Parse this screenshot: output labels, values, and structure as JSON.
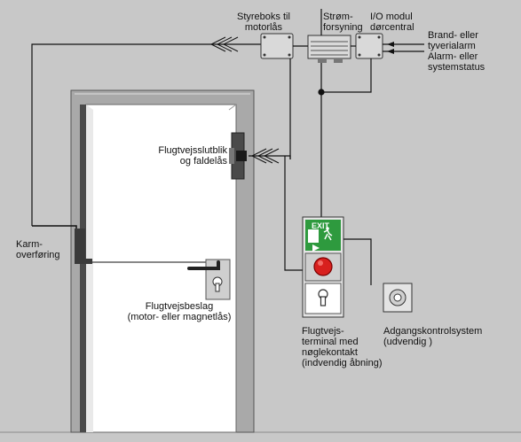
{
  "labels": {
    "control_box": [
      "Styreboks til",
      "motorlås"
    ],
    "power_supply": [
      "Strøm-",
      "forsyning"
    ],
    "io_module": [
      "I/O modul",
      "dørcentral"
    ],
    "alarm_inputs": [
      "Brand- eller",
      "tyverialarm",
      "Alarm- eller",
      "systemstatus"
    ],
    "strike": [
      "Flugtvejsslutblik",
      "og faldelås"
    ],
    "frame_transfer": [
      "Karm-",
      "overføring"
    ],
    "escape_fitting": [
      "Flugtvejsbeslag",
      "(motor- eller magnetlås)"
    ],
    "escape_terminal": [
      "Flugtvejs-",
      "terminal med",
      "nøglekontakt",
      "(indvendig åbning)"
    ],
    "access_control": [
      "Adgangskontrolsystem",
      "(udvendig )"
    ]
  },
  "terminal_sign": "EXIT",
  "colors": {
    "background": "#c8c8c8",
    "door_leaf": "#ffffff",
    "frame": "#a9a9a9",
    "exit_green": "#2e9a3e",
    "button_red": "#d8201e",
    "wire": "#111111"
  },
  "icons": [
    "running-man-icon",
    "key-cylinder-icon",
    "red-emergency-button-icon",
    "access-reader-icon"
  ]
}
